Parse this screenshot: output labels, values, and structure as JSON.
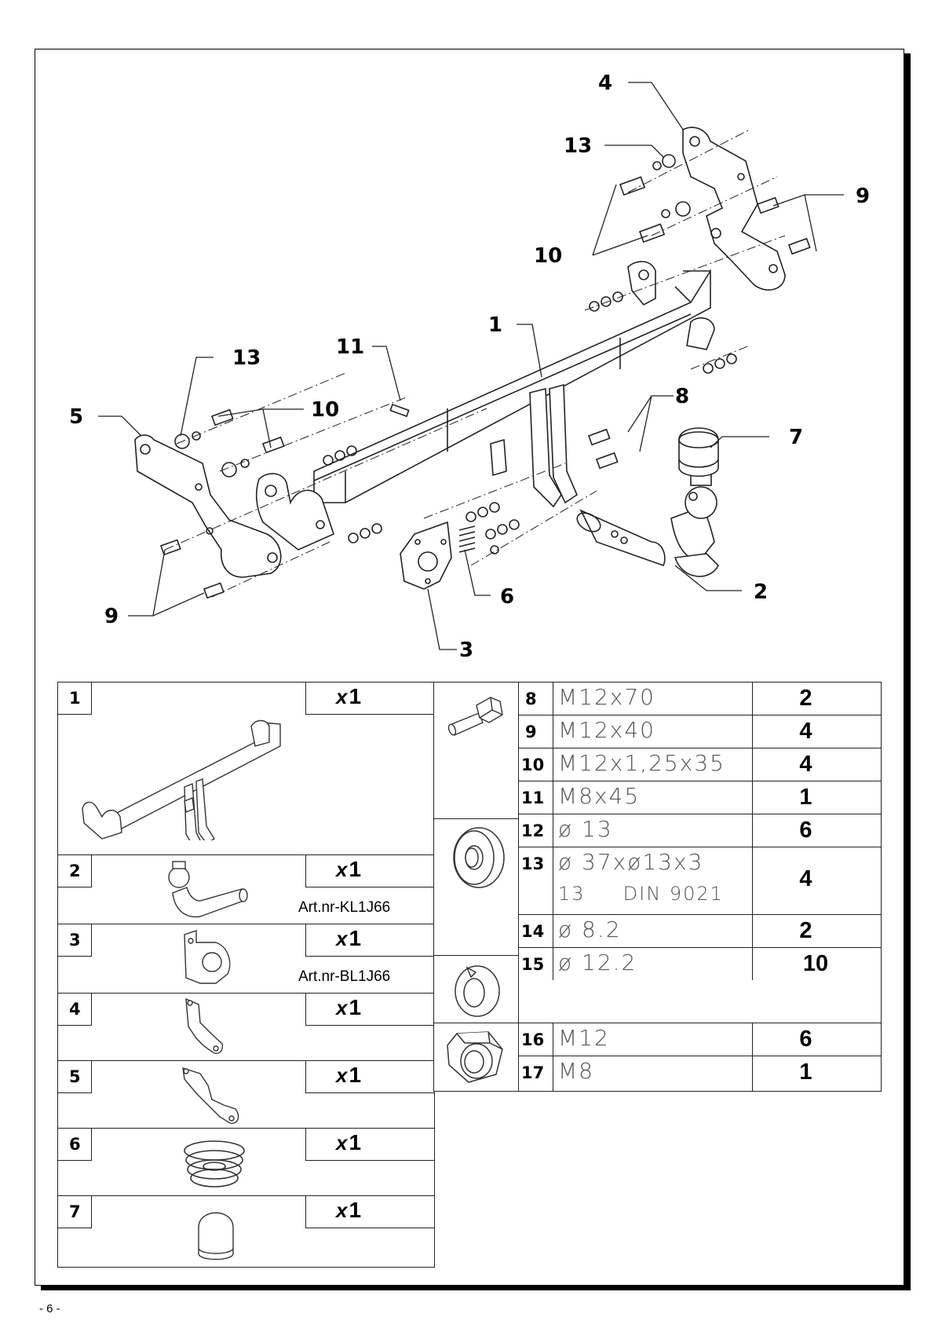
{
  "callouts": {
    "c1": "1",
    "c2": "2",
    "c3": "3",
    "c4": "4",
    "c5": "5",
    "c6": "6",
    "c7": "7",
    "c8": "8",
    "c9a": "9",
    "c9b": "9",
    "c10a": "10",
    "c10b": "10",
    "c11": "11",
    "c13a": "13",
    "c13b": "13"
  },
  "parts_left": [
    {
      "no": "1",
      "qty_x": "x",
      "qty": "1",
      "art": ""
    },
    {
      "no": "2",
      "qty_x": "x",
      "qty": "1",
      "art": "Art.nr-KL1J66"
    },
    {
      "no": "3",
      "qty_x": "x",
      "qty": "1",
      "art": "Art.nr-BL1J66"
    },
    {
      "no": "4",
      "qty_x": "x",
      "qty": "1",
      "art": ""
    },
    {
      "no": "5",
      "qty_x": "x",
      "qty": "1",
      "art": ""
    },
    {
      "no": "6",
      "qty_x": "x",
      "qty": "1",
      "art": ""
    },
    {
      "no": "7",
      "qty_x": "x",
      "qty": "1",
      "art": ""
    }
  ],
  "parts_right": [
    {
      "no": "8",
      "spec": "M12x70",
      "qty": "2"
    },
    {
      "no": "9",
      "spec": "M12x40",
      "qty": "4"
    },
    {
      "no": "10",
      "spec": "M12x1,25x35",
      "qty": "4"
    },
    {
      "no": "11",
      "spec": "M8x45",
      "qty": "1"
    },
    {
      "no": "12",
      "spec": "ø 13",
      "qty": "6"
    },
    {
      "no": "13",
      "spec": "ø 37xø13x3",
      "spec2": "13     DIN 9021",
      "qty": "4"
    },
    {
      "no": "14",
      "spec": "ø 8.2",
      "qty": "2"
    },
    {
      "no": "15",
      "spec": "ø 12.2",
      "qty": "10"
    },
    {
      "no": "16",
      "spec": "M12",
      "qty": "6"
    },
    {
      "no": "17",
      "spec": "M8",
      "qty": "1"
    }
  ],
  "icons": {
    "bolt": "bolt-icon",
    "washer": "washer-icon",
    "spring_washer": "spring-washer-icon",
    "nut": "hex-nut-icon"
  },
  "page_number": "- 6 -"
}
